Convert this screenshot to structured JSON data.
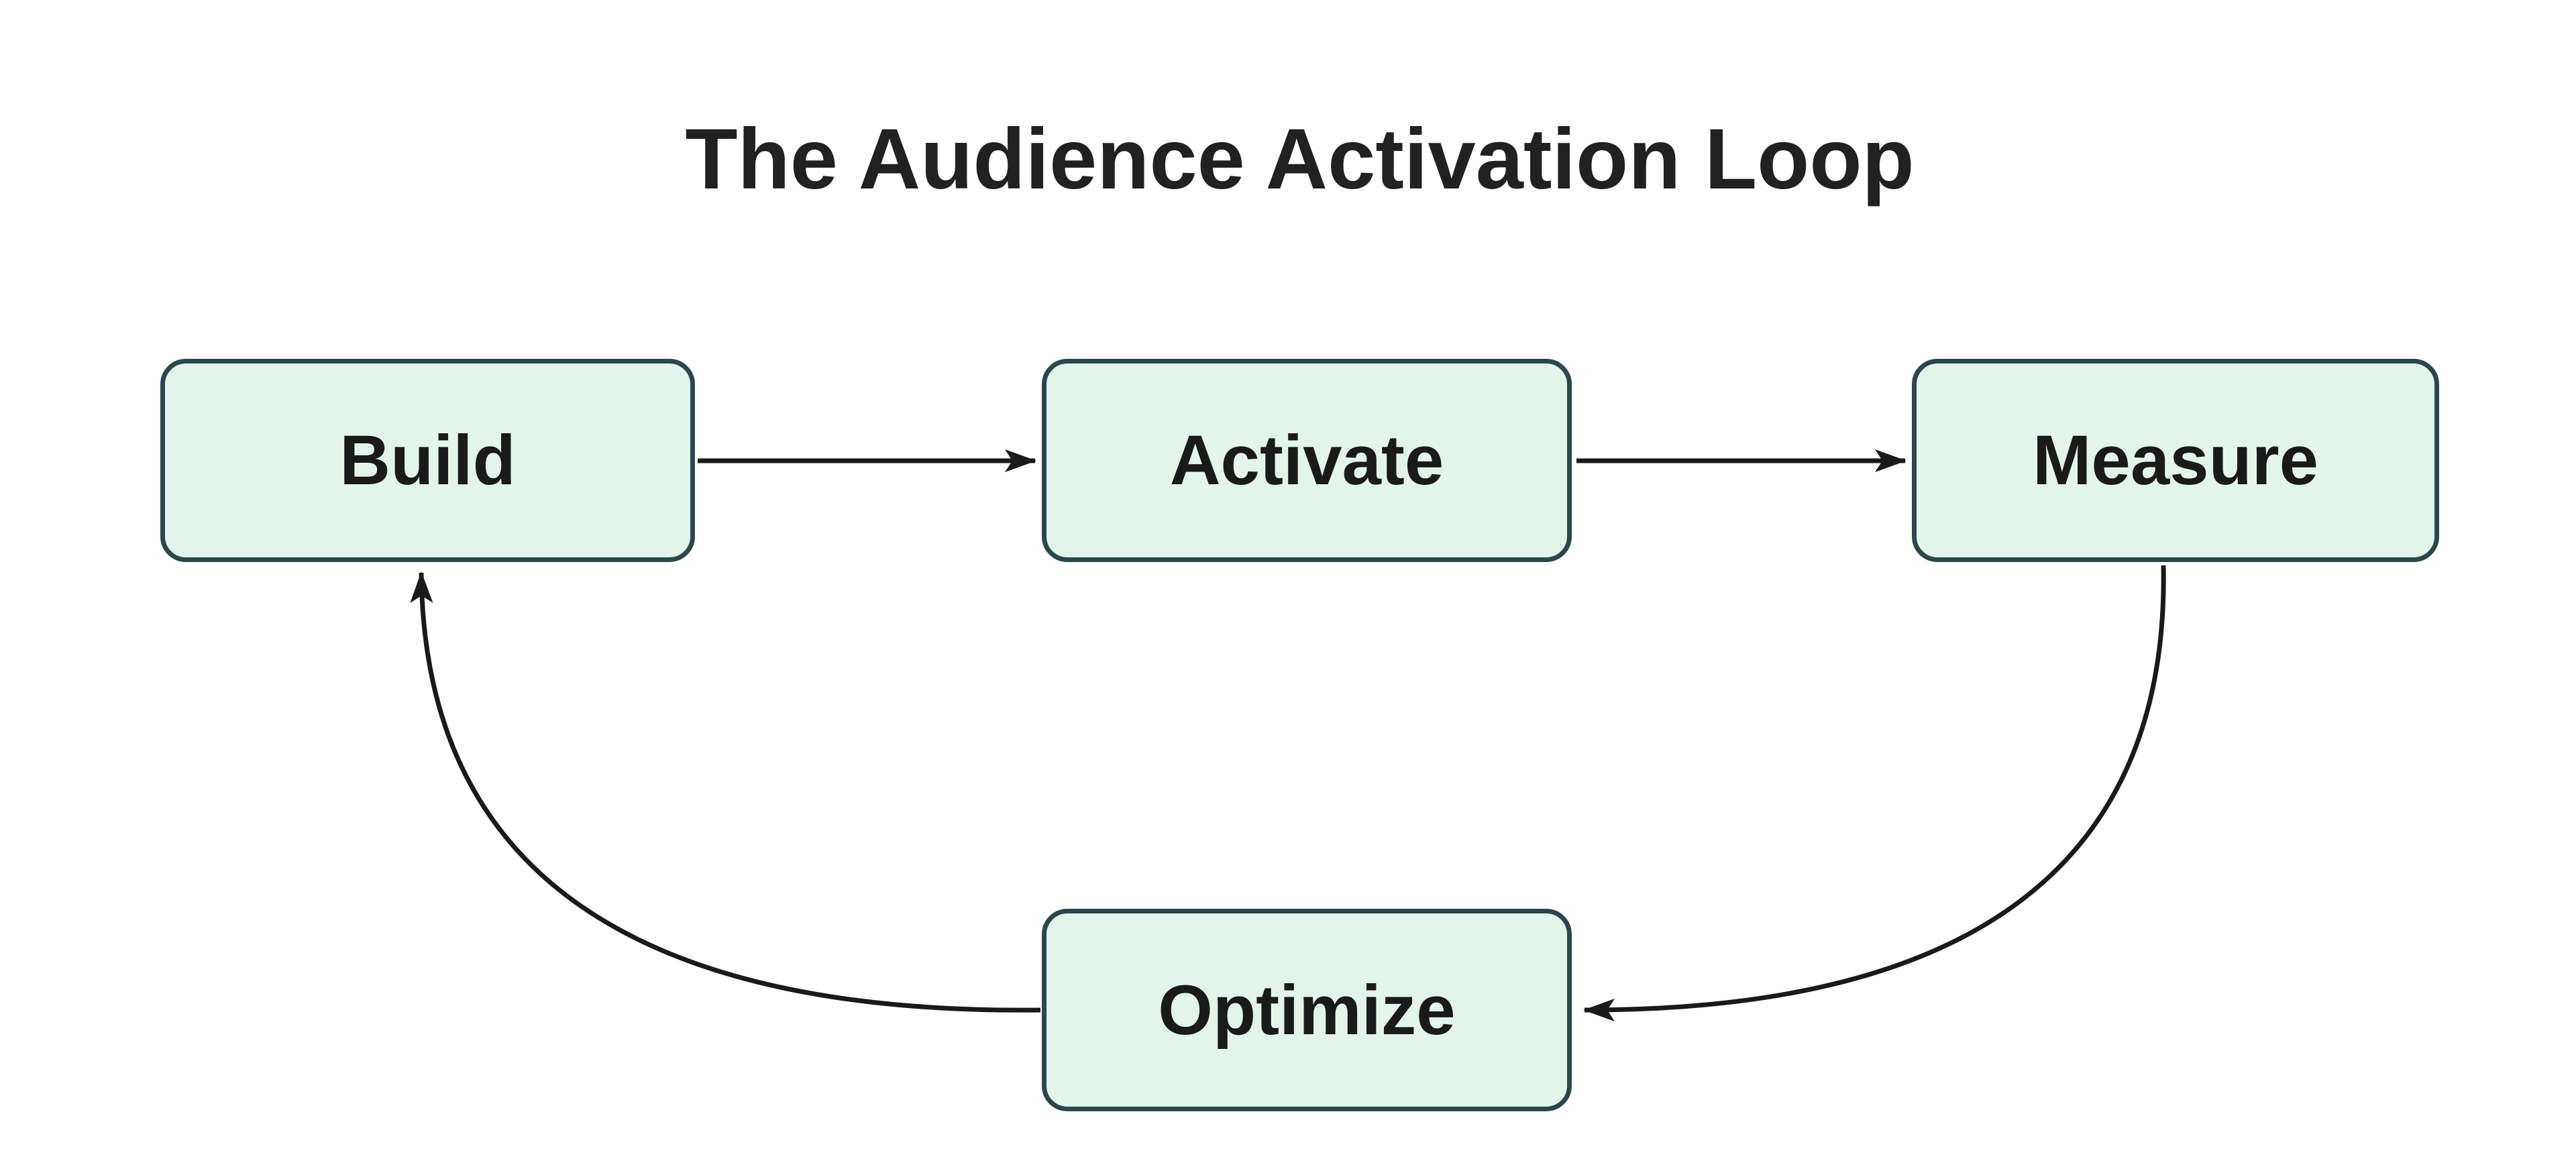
{
  "title": "The Audience Activation Loop",
  "diagram": {
    "type": "flowchart-loop",
    "nodes": [
      {
        "id": "build",
        "label": "Build"
      },
      {
        "id": "activate",
        "label": "Activate"
      },
      {
        "id": "measure",
        "label": "Measure"
      },
      {
        "id": "optimize",
        "label": "Optimize"
      }
    ],
    "edges": [
      {
        "from": "build",
        "to": "activate",
        "style": "straight"
      },
      {
        "from": "activate",
        "to": "measure",
        "style": "straight"
      },
      {
        "from": "measure",
        "to": "optimize",
        "style": "curved"
      },
      {
        "from": "optimize",
        "to": "build",
        "style": "curved"
      }
    ]
  },
  "colors": {
    "background": "#ffffff",
    "node_fill": "#e3f5ea",
    "node_border": "#2b474d",
    "arrow": "#1a1a1a",
    "node_text": "#1a1a1a",
    "title_text": "#212121"
  }
}
